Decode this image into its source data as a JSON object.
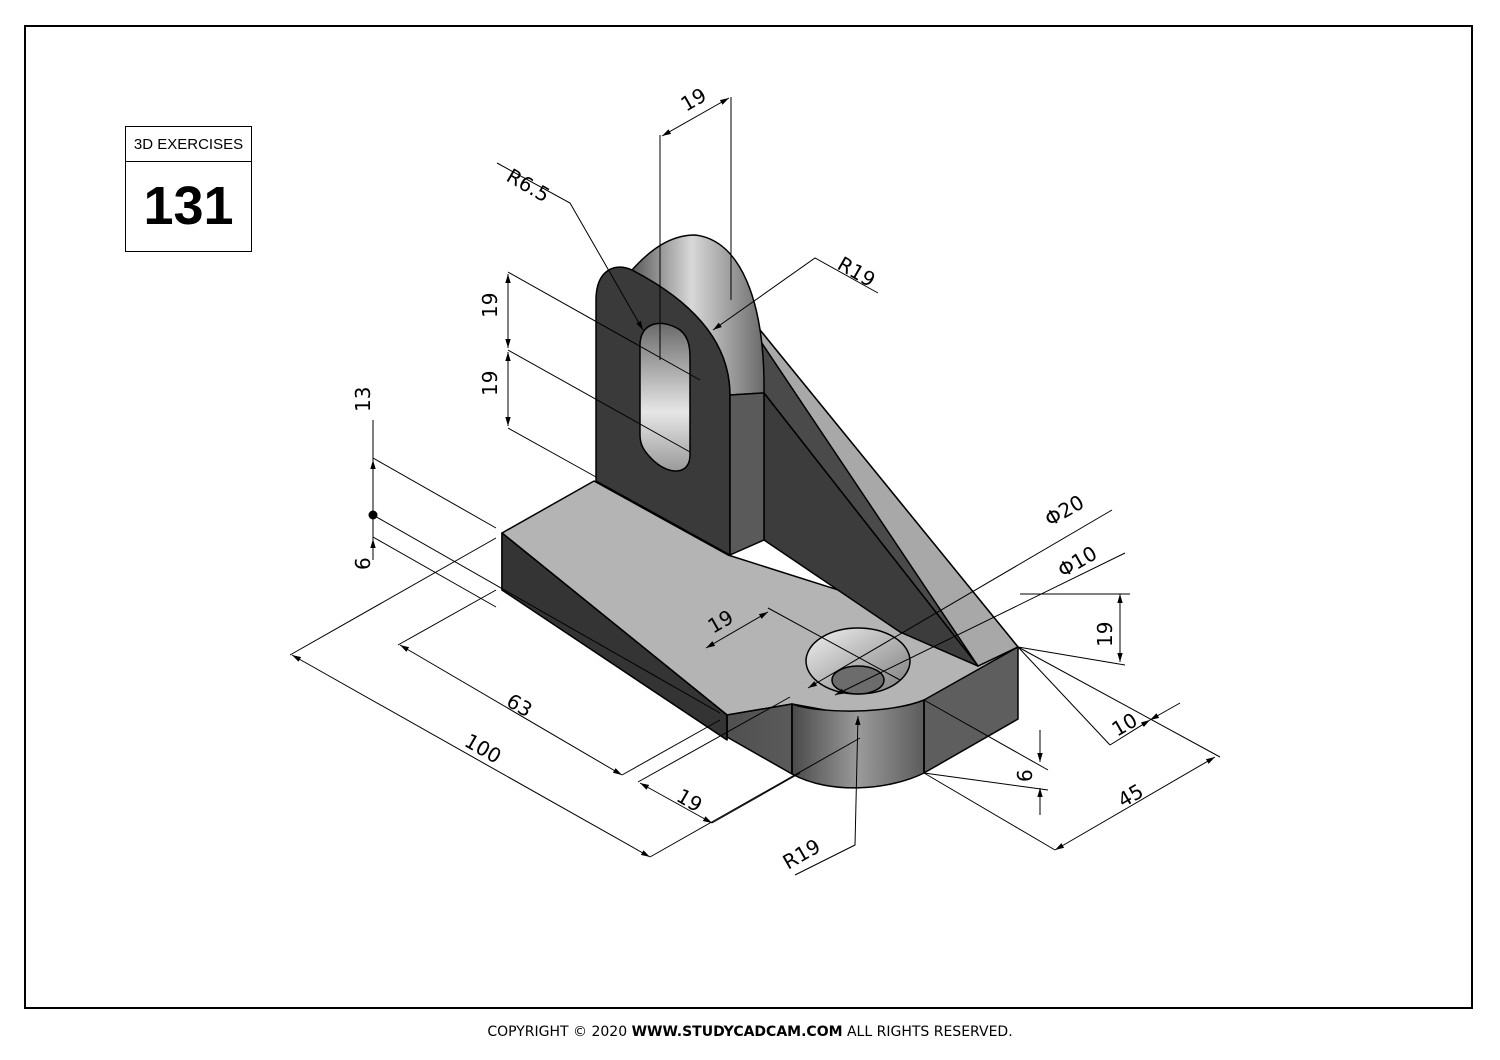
{
  "title_block": {
    "label": "3D EXERCISES",
    "number": "131"
  },
  "dimensions": {
    "top_width": "19",
    "hole_radius": "R6.5",
    "upright_radius": "R19",
    "slot_upper": "19",
    "slot_lower": "19",
    "height_13": "13",
    "thickness_6": "6",
    "length_63": "63",
    "length_100": "100",
    "hole_offset": "19",
    "cb_diameter": "Φ20",
    "hole_diameter": "Φ10",
    "right_19": "19",
    "width_10": "10",
    "width_45": "45",
    "side_6": "6",
    "base_19": "19",
    "base_radius": "R19"
  },
  "footer": {
    "prefix": "COPYRIGHT © 2020 ",
    "site": "WWW.STUDYCADCAM.COM",
    "suffix": " ALL RIGHTS RESERVED."
  },
  "colors": {
    "shade_dark": "#3f3f3f",
    "shade_mid": "#7a7a7a",
    "shade_light": "#b8b8b8",
    "line": "#000000"
  }
}
